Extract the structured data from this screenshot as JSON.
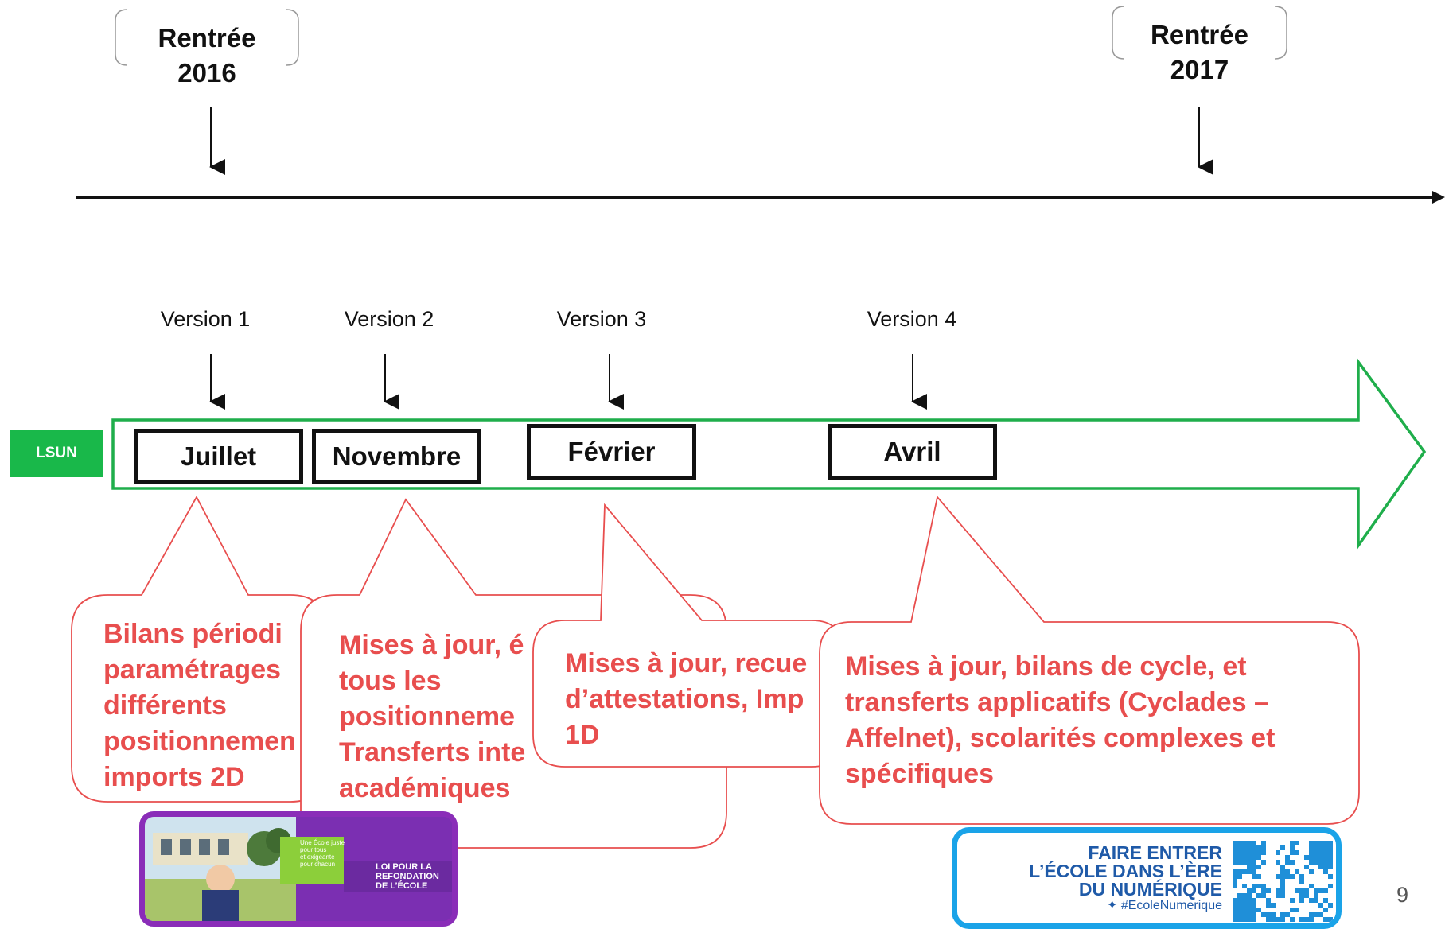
{
  "top_timeline": {
    "start_label": "Rentrée 2016",
    "start_label_lines": [
      "Rentrée",
      "2016"
    ],
    "end_label_lines": [
      "Rentrée",
      "2017"
    ]
  },
  "lsun": {
    "label": "LSUN",
    "arrow_color": "#1fae4b",
    "versions": [
      {
        "version": "Version 1",
        "month": "Juillet"
      },
      {
        "version": "Version 2",
        "month": "Novembre"
      },
      {
        "version": "Version 3",
        "month": "Février"
      },
      {
        "version": "Version 4",
        "month": "Avril"
      }
    ]
  },
  "callouts": [
    {
      "lines": [
        "Bilans périodi",
        "paramétrages",
        "différents",
        "positionnemen",
        "imports 2D"
      ]
    },
    {
      "lines": [
        "Mises à jour, é",
        "tous les",
        "positionneme",
        "Transferts inte",
        "académiques"
      ]
    },
    {
      "lines": [
        "Mises à jour, recue",
        "d’attestations, Imp",
        "1D"
      ]
    },
    {
      "lines": [
        "Mises à jour, bilans de cycle, et",
        "transferts applicatifs (Cyclades –",
        "Affelnet), scolarités complexes et",
        "spécifiques"
      ]
    }
  ],
  "callout_color": "#e84e4e",
  "logos": {
    "loi": {
      "tagline_lines": [
        "Une École juste",
        "pour tous",
        "et exigeante",
        "pour chacun"
      ],
      "title_lines": [
        "LOI POUR LA",
        "REFONDATION",
        "DE L’ÉCOLE"
      ]
    },
    "numerique": {
      "lines": [
        "FAIRE ENTRER",
        "L’ÉCOLE DANS L’ÈRE",
        "DU NUMÉRIQUE"
      ],
      "hashtag": "#EcoleNumerique"
    }
  },
  "page_number": "9"
}
